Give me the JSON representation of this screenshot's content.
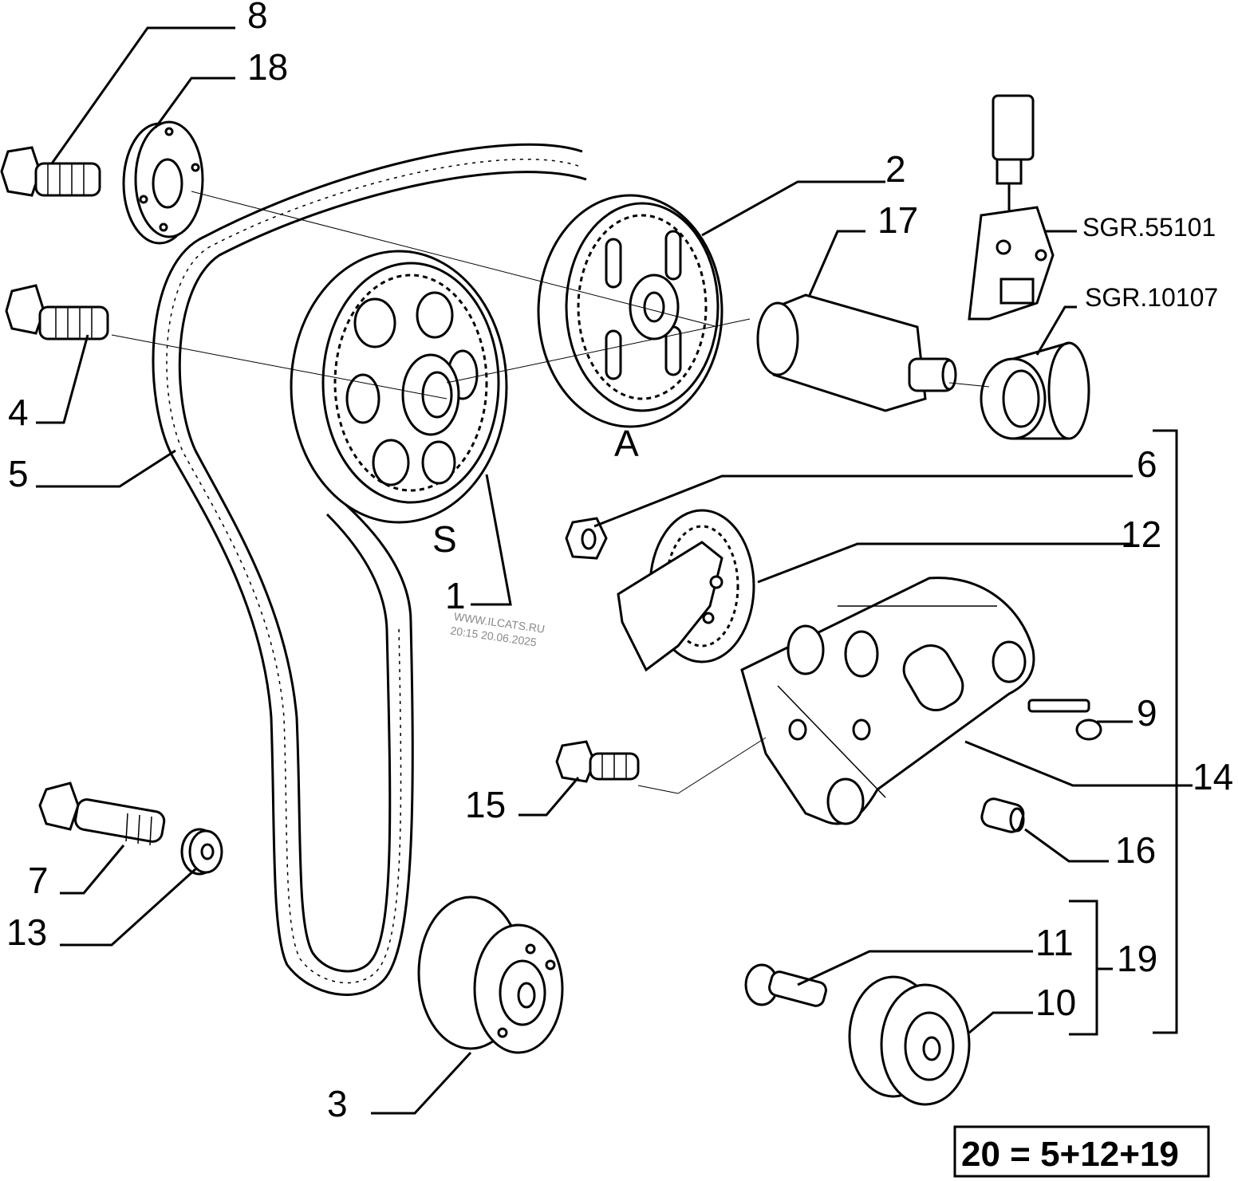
{
  "callouts": {
    "c1": "1",
    "c2": "2",
    "c3": "3",
    "c4": "4",
    "c5": "5",
    "c6": "6",
    "c7": "7",
    "c8": "8",
    "c9": "9",
    "c10": "10",
    "c11": "11",
    "c12": "12",
    "c13": "13",
    "c14": "14",
    "c15": "15",
    "c16": "16",
    "c17": "17",
    "c18": "18",
    "c19": "19"
  },
  "pulley_marks": {
    "a": "A",
    "s": "S"
  },
  "references": {
    "sgr1": "SGR.55101",
    "sgr2": "SGR.10107"
  },
  "watermark": {
    "line1": "WWW.ILCATS.RU",
    "line2": "20:15 20.06.2025"
  },
  "formula": "20 = 5+12+19"
}
